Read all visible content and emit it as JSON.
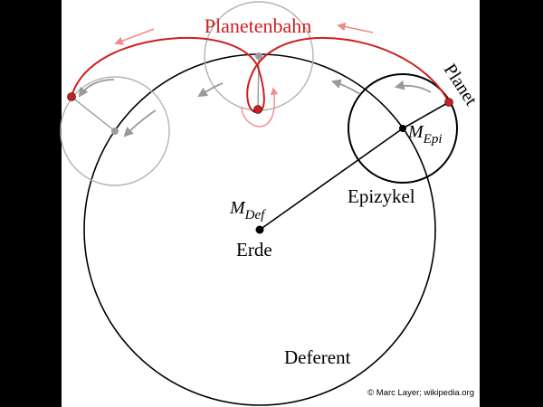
{
  "labels": {
    "planetenbahn": "Planetenbahn",
    "planet": "Planet",
    "m_epi_main": "M",
    "m_epi_sub": "Epi",
    "m_def_main": "M",
    "m_def_sub": "Def",
    "epizykel": "Epizykel",
    "erde": "Erde",
    "deferent": "Deferent",
    "credit": "© Marc Layer; wikipedia.org"
  },
  "colors": {
    "orbit_red": "#cc1f1f",
    "light_red": "#f08b8b",
    "black": "#000000",
    "gray_circle": "#b3b3b3",
    "gray_arrow": "#9a9a9a",
    "background": "#ffffff",
    "letterbox": "#000000"
  }
}
